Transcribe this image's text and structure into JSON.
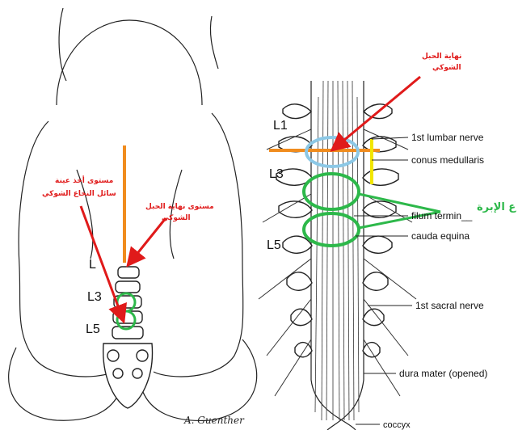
{
  "left_panel": {
    "vertebra_labels": [
      "L",
      "L3",
      "L5"
    ],
    "ann_spinal_end": [
      "مستوى نهاية الحبل",
      "الشوكي"
    ],
    "ann_csf_level": [
      "مستوى أخذ عينة",
      "سائل النخاع الشوكي"
    ],
    "signature": "A. Guenther"
  },
  "right_panel": {
    "vertebra_labels": [
      "L1",
      "L3",
      "L5"
    ],
    "ann_top": [
      "نهاية الحبل",
      "الشوكي"
    ],
    "ann_needle": "ع الإبرة",
    "labels": {
      "lumbar_nerve": "1st lumbar nerve",
      "conus": "conus medullaris",
      "filum": "filum termin__",
      "cauda": "cauda equina",
      "sacral_nerve": "1st sacral nerve",
      "dura": "dura mater (opened)",
      "coccyx": "coccyx"
    }
  },
  "colors": {
    "red": "#e01a1a",
    "orange": "#f08c1e",
    "green": "#2db84a",
    "light_blue": "#8cc8e6",
    "yellow": "#f2e600"
  }
}
